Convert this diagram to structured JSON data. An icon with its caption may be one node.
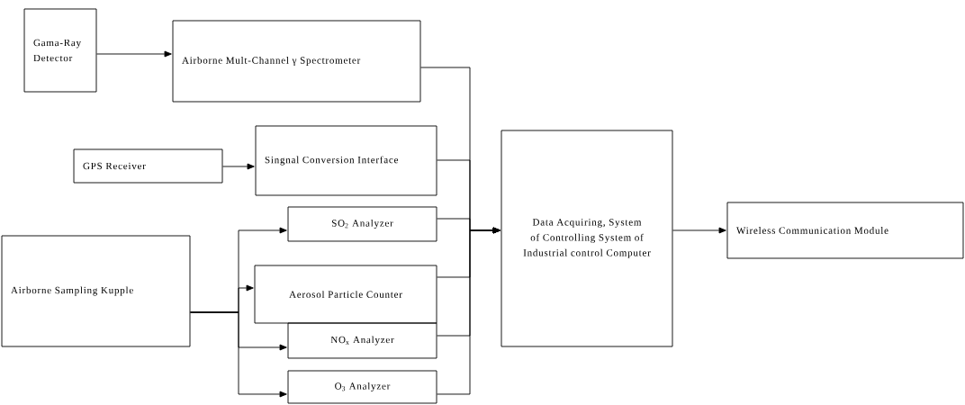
{
  "diagram": {
    "nodes": [
      {
        "text": [
          "Gama-Ray Detector"
        ]
      },
      {
        "text": [
          "Airborne Mult-Channel γ Spectrometer"
        ]
      },
      {
        "text": [
          "GPS Receiver"
        ]
      },
      {
        "text": [
          "Singnal Conversion Interface"
        ]
      },
      {
        "text": [
          "SO$_{2}$ Analyzer"
        ]
      },
      {
        "text": [
          "Airborne Sampling Kupple"
        ]
      },
      {
        "text": [
          "Aerosol Particle Counter"
        ]
      },
      {
        "text": [
          "NO$_{x}$ Analyzer"
        ]
      },
      {
        "text": [
          "O$_{3}$ Analyzer"
        ]
      },
      {
        "text": [
          "Data Acquiring, System of Controlling System of Industrial control Computer"
        ]
      },
      {
        "text": [
          "Wireless Communication Module"
        ]
      }
    ],
    "edges": [
      {
        "from": 0,
        "to": 1,
        "arrow": "to"
      },
      {
        "from": 2,
        "to": 3,
        "arrow": "to"
      },
      {
        "from": 5,
        "to": 4,
        "arrow": "to"
      },
      {
        "from": 5,
        "to": 6,
        "arrow": "to"
      },
      {
        "from": 5,
        "to": 7,
        "arrow": "to"
      },
      {
        "from": 5,
        "to": 8,
        "arrow": "to"
      },
      {
        "from": 1,
        "to": 9,
        "arrow": "to"
      },
      {
        "from": 3,
        "to": 9,
        "arrow": "to"
      },
      {
        "from": 4,
        "to": 9,
        "arrow": "to"
      },
      {
        "from": 6,
        "to": 9,
        "arrow": "to"
      },
      {
        "from": 7,
        "to": 9,
        "arrow": "to"
      },
      {
        "from": 8,
        "to": 9,
        "arrow": "to"
      },
      {
        "from": 9,
        "to": 10,
        "arrow": "to"
      }
    ]
  }
}
